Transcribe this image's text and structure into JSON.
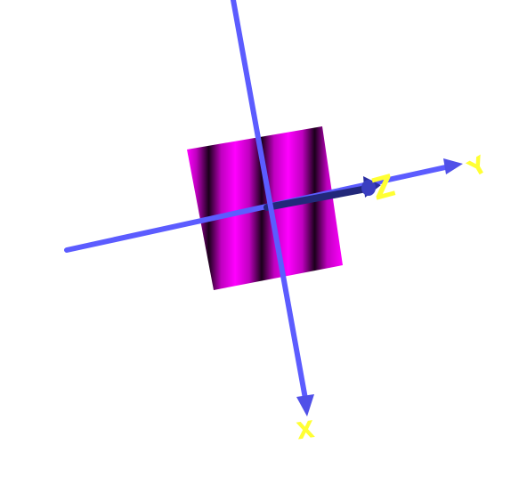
{
  "scene": {
    "background_color": "#ffffff",
    "axis_color": "#5c5cff",
    "axis_label_color": "#ffff33",
    "z_axis_dark_color": "#22287a",
    "object": {
      "name": "striped-square-plate",
      "colors": [
        "#ff00ff",
        "#1a001a"
      ]
    },
    "axes": {
      "x": {
        "label": "X"
      },
      "y": {
        "label": "Y"
      },
      "z": {
        "label": "Z"
      }
    }
  }
}
